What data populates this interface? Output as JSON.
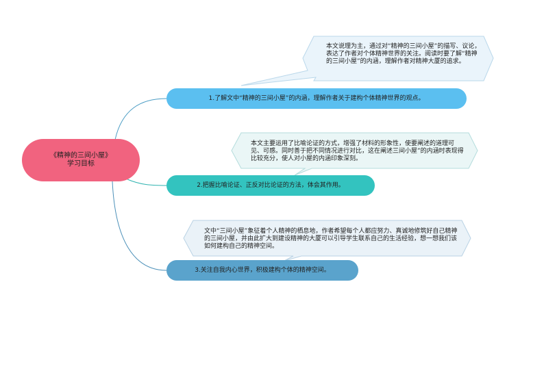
{
  "mindmap": {
    "root": {
      "line1": "《精神的三间小屋》",
      "line2": "学习目标",
      "color": "#f1637f"
    },
    "branches": [
      {
        "label": "1.了解文中“精神的三间小屋”的内涵，理解作者关于建构个体精神世界的观点。",
        "color": "#5bbff0",
        "callout": "本文说理为主，通过对“精神的三间小屋”的描写、议论，表达了作者对个体精神世界的关注。阅读时要了解“精神的三间小屋”的内涵，理解作者对精神大厦的追求。"
      },
      {
        "label": "2.把握比喻论证、正反对比论证的方法，体会其作用。",
        "color": "#33c3bf",
        "callout": "本文主要运用了比喻论证的方式，增强了材料的形象性，使要阐述的道理可见、可感。同时善于把不同情况进行对比，这在阐述三间小屋”的内涵时表现得比较充分，使人对小屋的内涵印象深刻。"
      },
      {
        "label": "3.关注自我内心世界，积极建构个体的精神空间。",
        "color": "#5aa3cc",
        "callout": "文中“三间小屋”象征着个人精神的栖息地，作者希望每个人都应努力、真诚地修筑好自己精神的三间小屋，并由此扩大到建设精神的大厦可以引导学生联系自己的生活经验，想一想我们该如何建构自己的精神空间。"
      }
    ],
    "connector_color": "#4a9cc4",
    "callout_fill": "#eaf4fb",
    "callout_stroke": "#b9d7ea"
  }
}
